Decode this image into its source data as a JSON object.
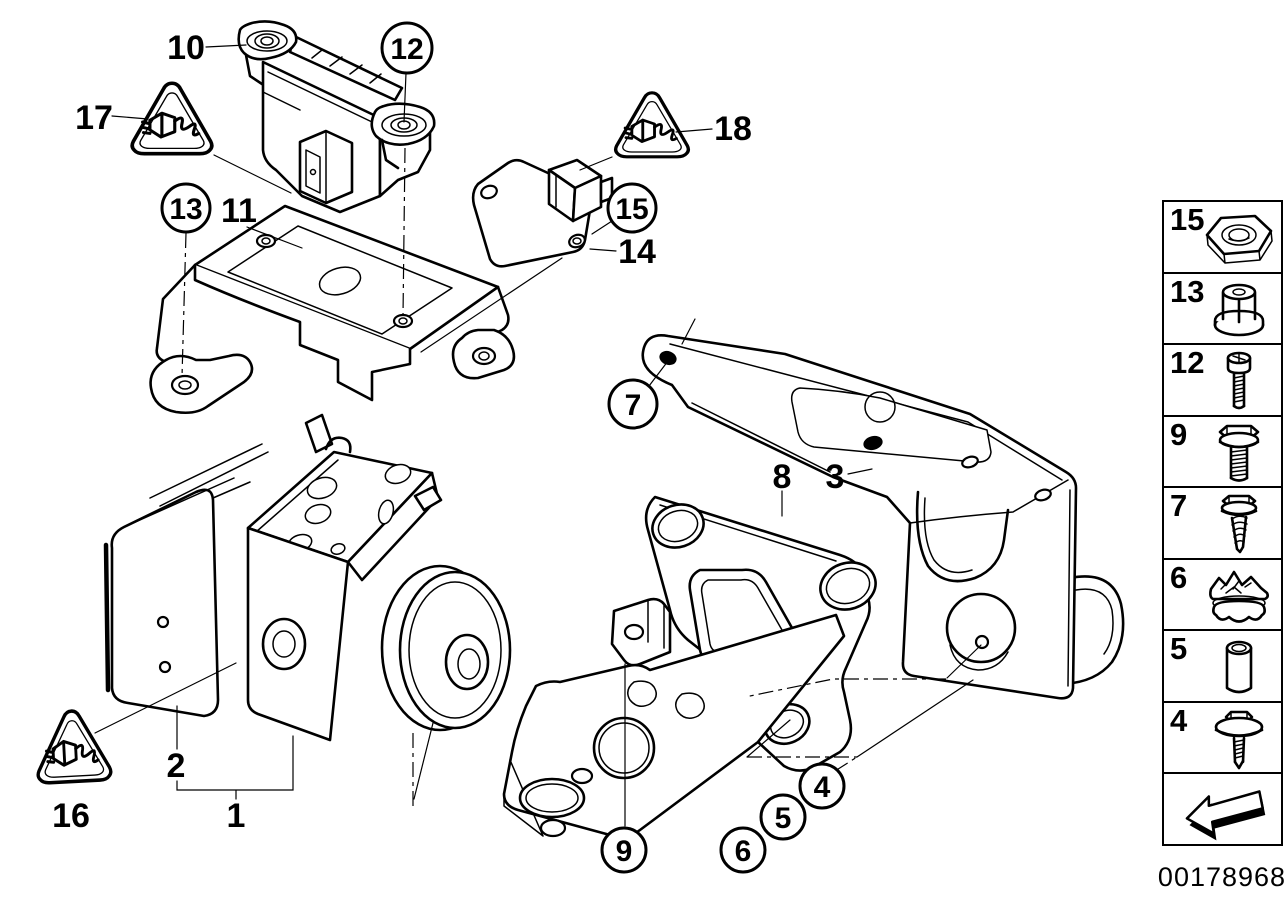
{
  "part_number": "00178968",
  "colors": {
    "line": "#000000",
    "background": "#ffffff"
  },
  "labels": {
    "n1": "1",
    "n2": "2",
    "n3": "3",
    "n4": "4",
    "n5": "5",
    "n6": "6",
    "n7": "7",
    "n8": "8",
    "n9": "9",
    "n10": "10",
    "n11": "11",
    "n12": "12",
    "n13": "13",
    "n14": "14",
    "n15": "15",
    "n16": "16",
    "n17": "17",
    "n18": "18"
  },
  "callouts": {
    "plain": [
      "1",
      "2",
      "3",
      "8",
      "10",
      "11",
      "14",
      "16",
      "17",
      "18"
    ],
    "circled": [
      "4",
      "5",
      "6",
      "7",
      "9",
      "12",
      "13",
      "15"
    ]
  },
  "warning_triangles": [
    {
      "label": "16",
      "icon": "connector-warning-icon"
    },
    {
      "label": "17",
      "icon": "connector-warning-icon"
    },
    {
      "label": "18",
      "icon": "connector-warning-icon"
    }
  ],
  "legend": {
    "items": [
      {
        "label": "15",
        "icon": "hex-nut-icon"
      },
      {
        "label": "13",
        "icon": "cap-nut-icon"
      },
      {
        "label": "12",
        "icon": "cheese-head-bolt-icon"
      },
      {
        "label": "9",
        "icon": "hex-flange-bolt-icon"
      },
      {
        "label": "7",
        "icon": "self-tapping-screw-icon"
      },
      {
        "label": "6",
        "icon": "expanding-grommet-icon"
      },
      {
        "label": "5",
        "icon": "spacer-sleeve-icon"
      },
      {
        "label": "4",
        "icon": "washer-head-screw-icon"
      }
    ],
    "footer_icon": "direction-arrow-icon"
  }
}
